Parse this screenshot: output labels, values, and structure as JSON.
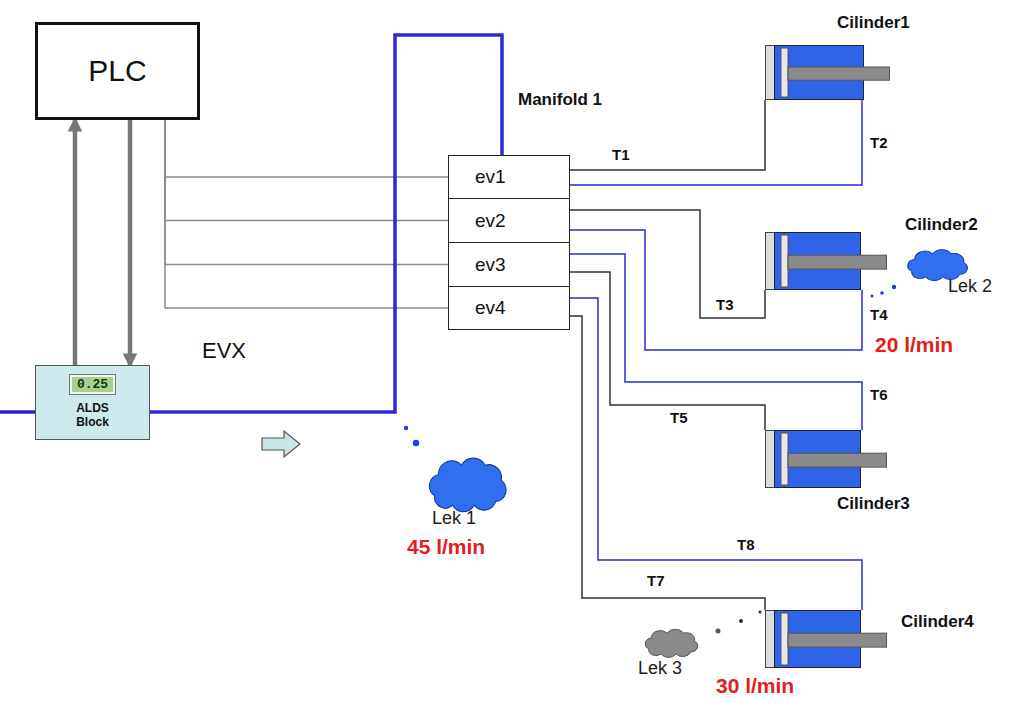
{
  "diagram": {
    "nodes": [
      {
        "text": [
          "PLC"
        ]
      },
      {
        "text": [
          "0.25",
          "ALDS Block"
        ]
      },
      {
        "text": [
          "Manifold 1"
        ]
      },
      {
        "text": [
          "ev1"
        ],
        "in": 2
      },
      {
        "text": [
          "ev2"
        ],
        "in": 2
      },
      {
        "text": [
          "ev3"
        ],
        "in": 2
      },
      {
        "text": [
          "ev4"
        ],
        "in": 2
      },
      {
        "text": [
          "Cilinder1"
        ]
      },
      {
        "text": [
          "Cilinder2"
        ]
      },
      {
        "text": [
          "Cilinder3"
        ]
      },
      {
        "text": [
          "Cilinder4"
        ]
      }
    ],
    "edges": [
      {
        "from": 1,
        "to": 0,
        "arrow": "to"
      },
      {
        "from": 0,
        "to": 1,
        "arrow": "to"
      },
      {
        "from": 0,
        "to": 3,
        "arrow": "none"
      },
      {
        "from": 0,
        "to": 4,
        "arrow": "none"
      },
      {
        "from": 0,
        "to": 5,
        "arrow": "none"
      },
      {
        "from": 0,
        "to": 6,
        "arrow": "none"
      },
      {
        "from": 1,
        "to": 2,
        "arrow": "none"
      },
      {
        "from": 3,
        "to": 7,
        "label": "T1",
        "arrow": "none"
      },
      {
        "from": 3,
        "to": 7,
        "label": "T2",
        "arrow": "none"
      },
      {
        "from": 4,
        "to": 8,
        "label": "T3",
        "arrow": "none"
      },
      {
        "from": 4,
        "to": 8,
        "label": "T4",
        "arrow": "none"
      },
      {
        "from": 5,
        "to": 9,
        "label": "T6",
        "arrow": "none"
      },
      {
        "from": 5,
        "to": 9,
        "label": "T5",
        "arrow": "none"
      },
      {
        "from": 6,
        "to": 10,
        "label": "T8",
        "arrow": "none"
      },
      {
        "from": 6,
        "to": 10,
        "label": "T7",
        "arrow": "none"
      }
    ],
    "labels": [
      "EVX",
      "Lek 1",
      "45 l/min",
      "Lek 2",
      "20 l/min",
      "Lek 3",
      "30 l/min"
    ]
  }
}
